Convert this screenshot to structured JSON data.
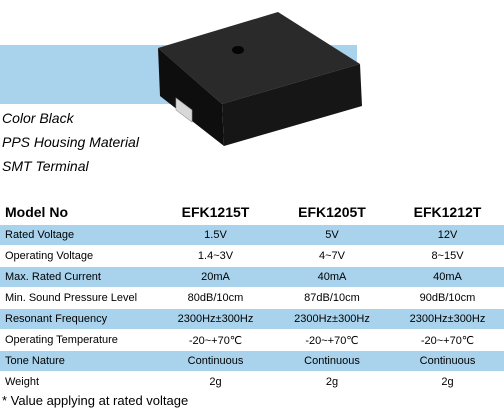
{
  "features": [
    "Color Black",
    "PPS Housing Material",
    "SMT Terminal"
  ],
  "table": {
    "header": [
      "Model No",
      "EFK1215T",
      "EFK1205T",
      "EFK1212T"
    ],
    "rows": [
      {
        "param": "Rated Voltage",
        "values": [
          "1.5V",
          "5V",
          "12V"
        ]
      },
      {
        "param": "Operating Voltage",
        "values": [
          "1.4~3V",
          "4~7V",
          "8~15V"
        ]
      },
      {
        "param": "Max. Rated Current",
        "values": [
          "20mA",
          "40mA",
          "40mA"
        ]
      },
      {
        "param": "Min. Sound Pressure Level",
        "values": [
          "80dB/10cm",
          "87dB/10cm",
          "90dB/10cm"
        ]
      },
      {
        "param": "Resonant Frequency",
        "values": [
          "2300Hz±300Hz",
          "2300Hz±300Hz",
          "2300Hz±300Hz"
        ]
      },
      {
        "param": "Operating Temperature",
        "values": [
          "-20~+70℃",
          "-20~+70℃",
          "-20~+70℃"
        ]
      },
      {
        "param": "Tone Nature",
        "values": [
          "Continuous",
          "Continuous",
          "Continuous"
        ]
      },
      {
        "param": "Weight",
        "values": [
          "2g",
          "2g",
          "2g"
        ]
      }
    ]
  },
  "note": "* Value applying at rated voltage",
  "colors": {
    "band": "#a9d3ec",
    "body": "#1c1c1c"
  }
}
